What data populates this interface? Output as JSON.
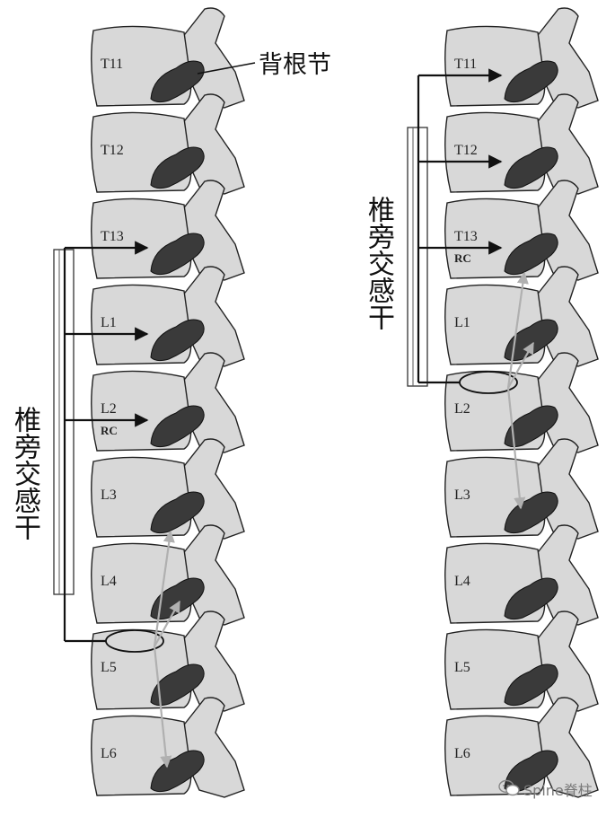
{
  "labels": {
    "drg_callout": "背根节",
    "sympathetic_trunk": "椎旁交感干",
    "rc": "RC",
    "watermark": "Spine脊柱"
  },
  "left_spine": {
    "vertebrae": [
      "T11",
      "T12",
      "T13",
      "L1",
      "L2",
      "L3",
      "L4",
      "L5",
      "L6"
    ],
    "arrow_targets": [
      "T13",
      "L1",
      "L2"
    ],
    "rc_at": "L2",
    "entry_level": "L5",
    "gray_paths_to": [
      "L4",
      "L6"
    ]
  },
  "right_spine": {
    "vertebrae": [
      "T11",
      "T12",
      "T13",
      "L1",
      "L2",
      "L3",
      "L4",
      "L5",
      "L6"
    ],
    "arrow_targets": [
      "T11",
      "T12",
      "T13"
    ],
    "rc_at": "T13",
    "entry_level": "L2",
    "gray_paths_to": [
      "L1",
      "L3"
    ]
  },
  "colors": {
    "vertebra_fill": "#d8d8d8",
    "ganglion_fill": "#3a3a3a",
    "arrow": "#111111",
    "gray_path": "#b0b0b0"
  },
  "icons": {
    "watermark": "wechat-icon"
  }
}
